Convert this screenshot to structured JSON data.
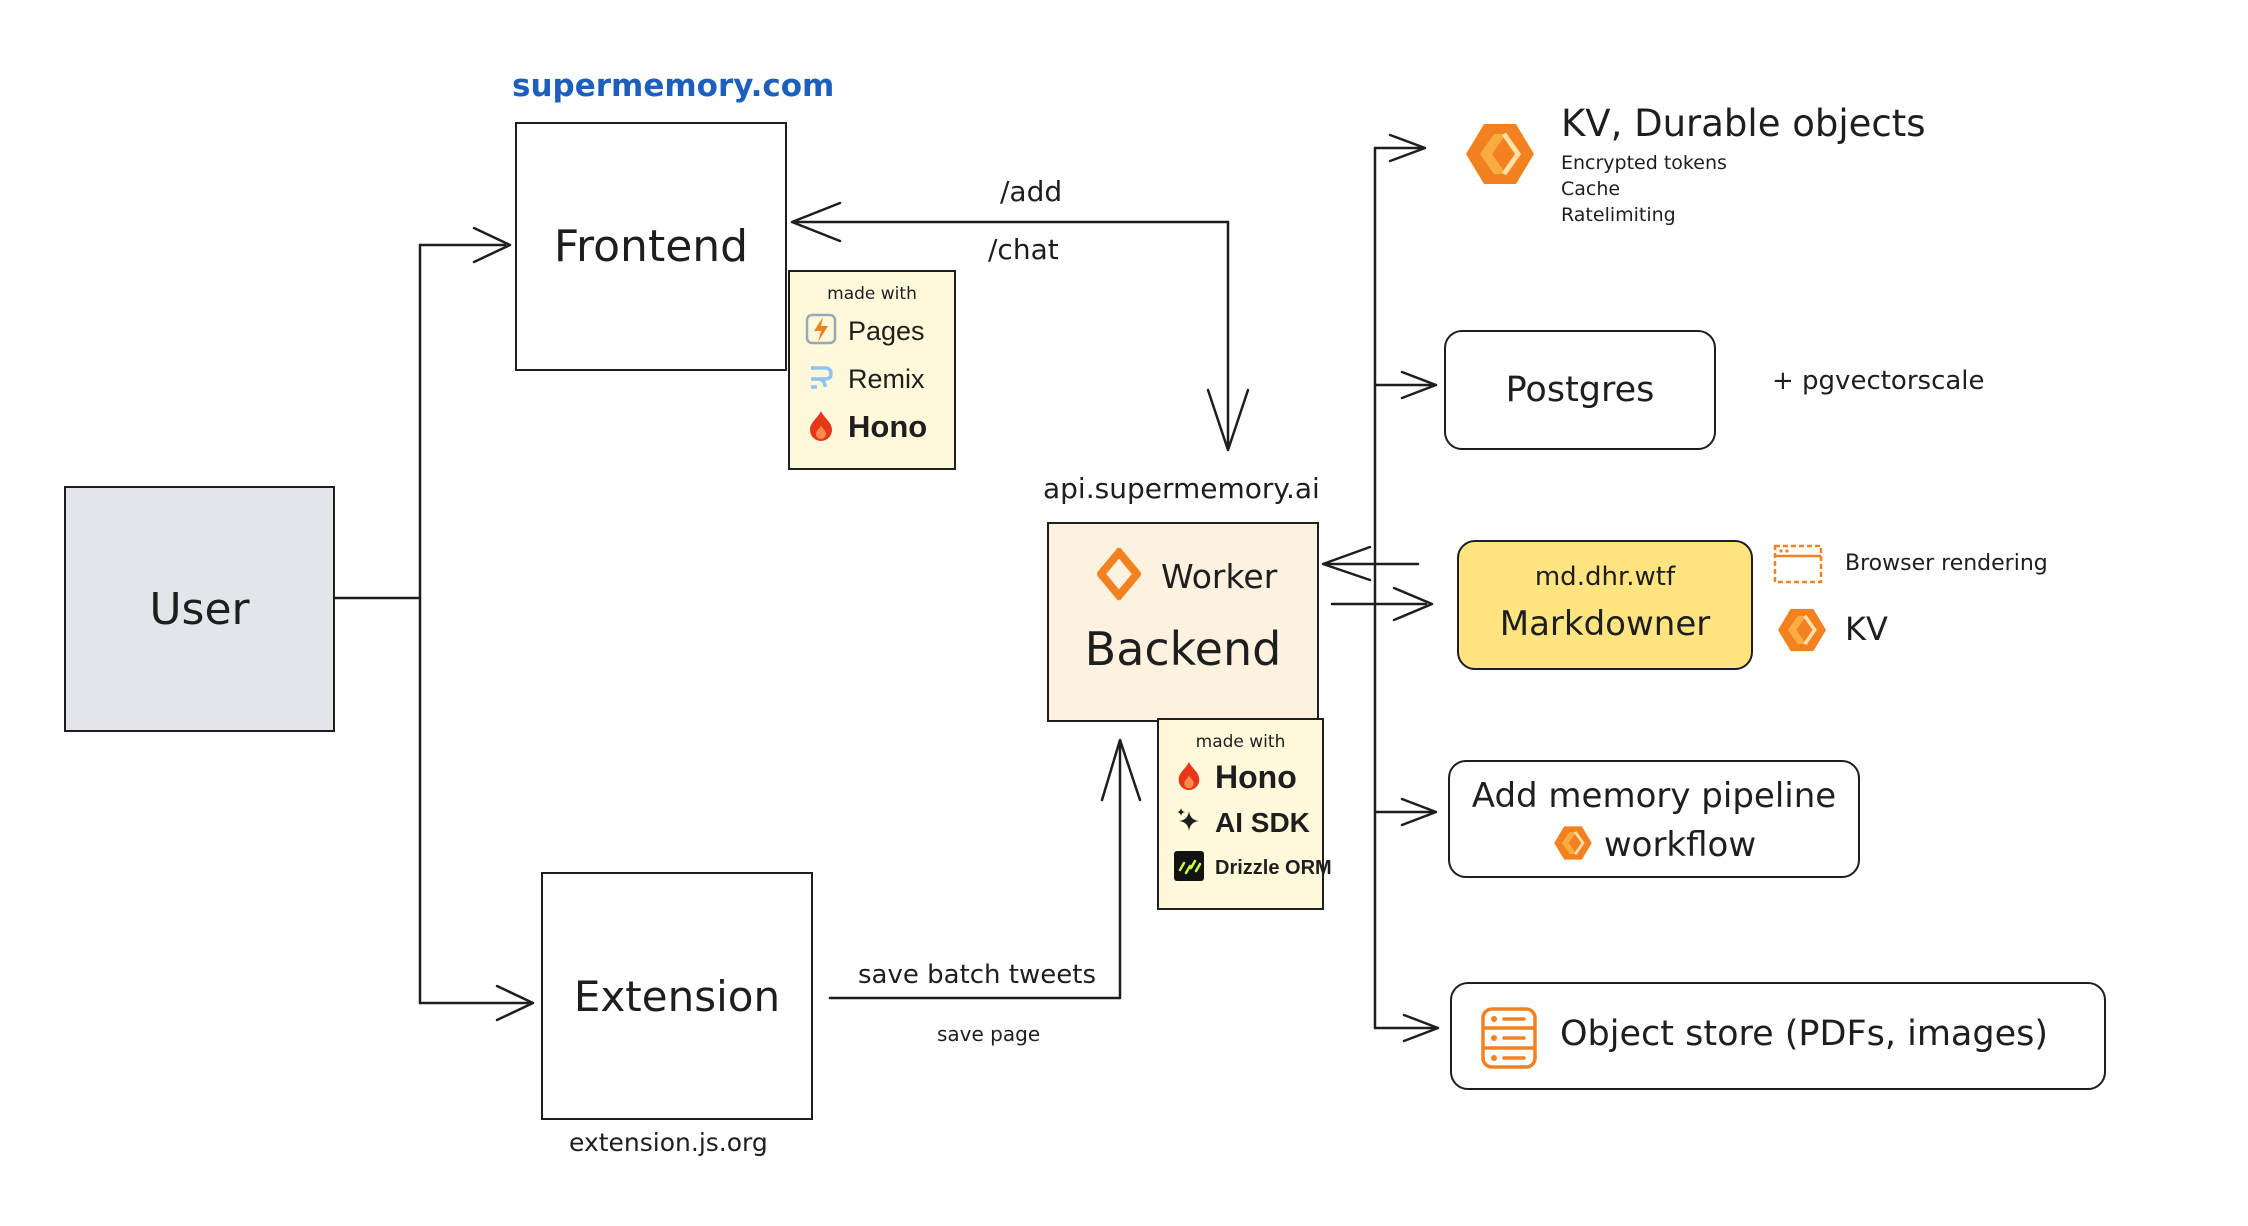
{
  "user": {
    "label": "User"
  },
  "frontend": {
    "domain": "supermemory.com",
    "label": "Frontend",
    "made_with": "made with",
    "libs": [
      "Pages",
      "Remix",
      "Hono"
    ]
  },
  "routes": {
    "add": "/add",
    "chat": "/chat"
  },
  "extension": {
    "label": "Extension",
    "domain": "extension.js.org",
    "edge_main": "save batch tweets",
    "edge_sub": "save page"
  },
  "backend": {
    "domain": "api.supermemory.ai",
    "worker": "Worker",
    "label": "Backend",
    "made_with": "made with",
    "libs": [
      "Hono",
      "AI SDK",
      "Drizzle ORM"
    ]
  },
  "kv_do": {
    "title": "KV, Durable objects",
    "items": [
      "Encrypted tokens",
      "Cache",
      "Ratelimiting"
    ]
  },
  "postgres": {
    "label": "Postgres",
    "extra": "+ pgvectorscale"
  },
  "markdowner": {
    "domain": "md.dhr.wtf",
    "label": "Markdowner",
    "deps": [
      "Browser rendering",
      "KV"
    ]
  },
  "pipeline": {
    "line1": "Add memory pipeline",
    "line2": "workflow"
  },
  "object_store": {
    "label": "Object store (PDFs, images)"
  },
  "colors": {
    "cloudflare_orange": "#f48120",
    "cloudflare_yellow": "#faad3f",
    "domain_blue": "#1c5fbd",
    "user_fill": "#e2e6ea",
    "backend_fill": "#fdf1e0",
    "markdowner_fill": "#ffe480",
    "note_fill": "#fff9db",
    "hono_red": "#e8361b"
  },
  "icons": {
    "pages": "lightning-icon",
    "remix": "remix-icon",
    "hono": "flame-icon",
    "ai_sdk": "sparkle-icon",
    "drizzle": "drizzle-icon",
    "worker": "worker-chevrons-icon",
    "cloudflare": "cloudflare-hex-icon",
    "browser": "browser-window-icon",
    "object_store": "storage-list-icon"
  }
}
